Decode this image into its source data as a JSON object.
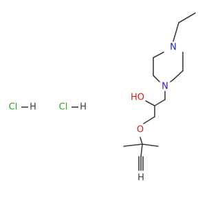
{
  "molecule": {
    "atoms": {
      "n_top": "N",
      "n_bottom": "N",
      "hydroxyl": "HO",
      "ether_o": "O",
      "terminal_h": "H"
    },
    "salts": [
      {
        "cl": "Cl",
        "h": "H"
      },
      {
        "cl": "Cl",
        "h": "H"
      }
    ]
  }
}
